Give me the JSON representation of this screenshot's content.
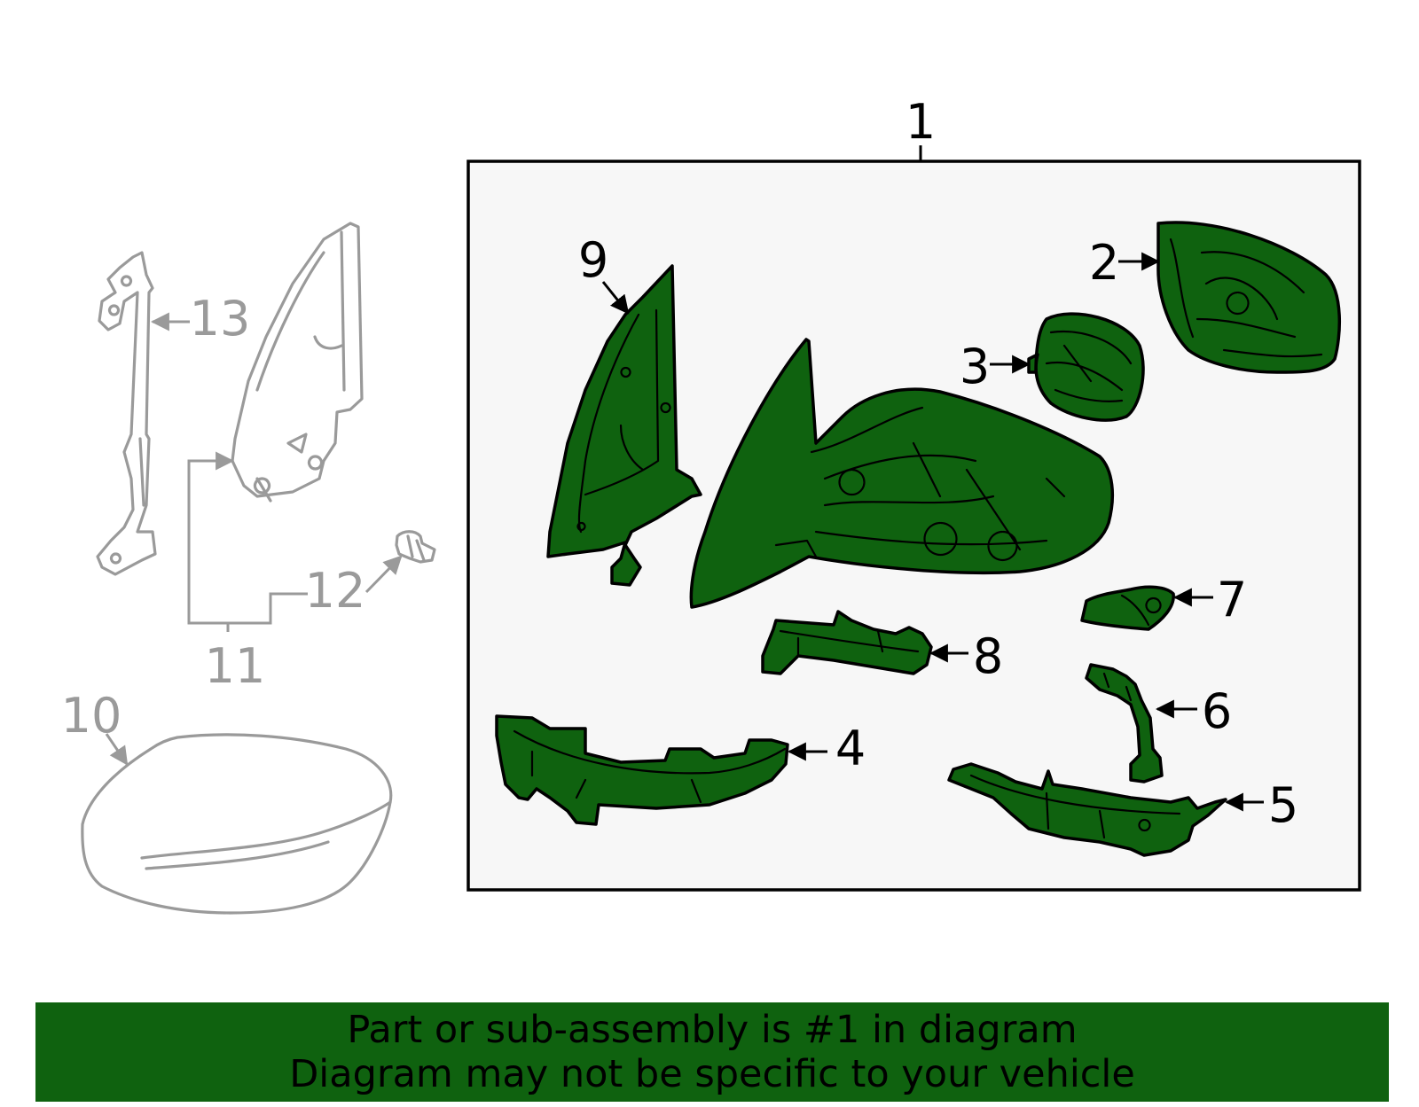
{
  "colors": {
    "highlight": "#0f620f",
    "panel": "#f7f7f7",
    "muted": "#9a9a9a",
    "outline": "#000000"
  },
  "callouts": {
    "c1": "1",
    "c2": "2",
    "c3": "3",
    "c4": "4",
    "c5": "5",
    "c6": "6",
    "c7": "7",
    "c8": "8",
    "c9": "9",
    "c10": "10",
    "c11": "11",
    "c12": "12",
    "c13": "13"
  },
  "banner": {
    "line1": "Part or sub-assembly is #1 in diagram",
    "line2": "Diagram may not be specific to your vehicle"
  }
}
